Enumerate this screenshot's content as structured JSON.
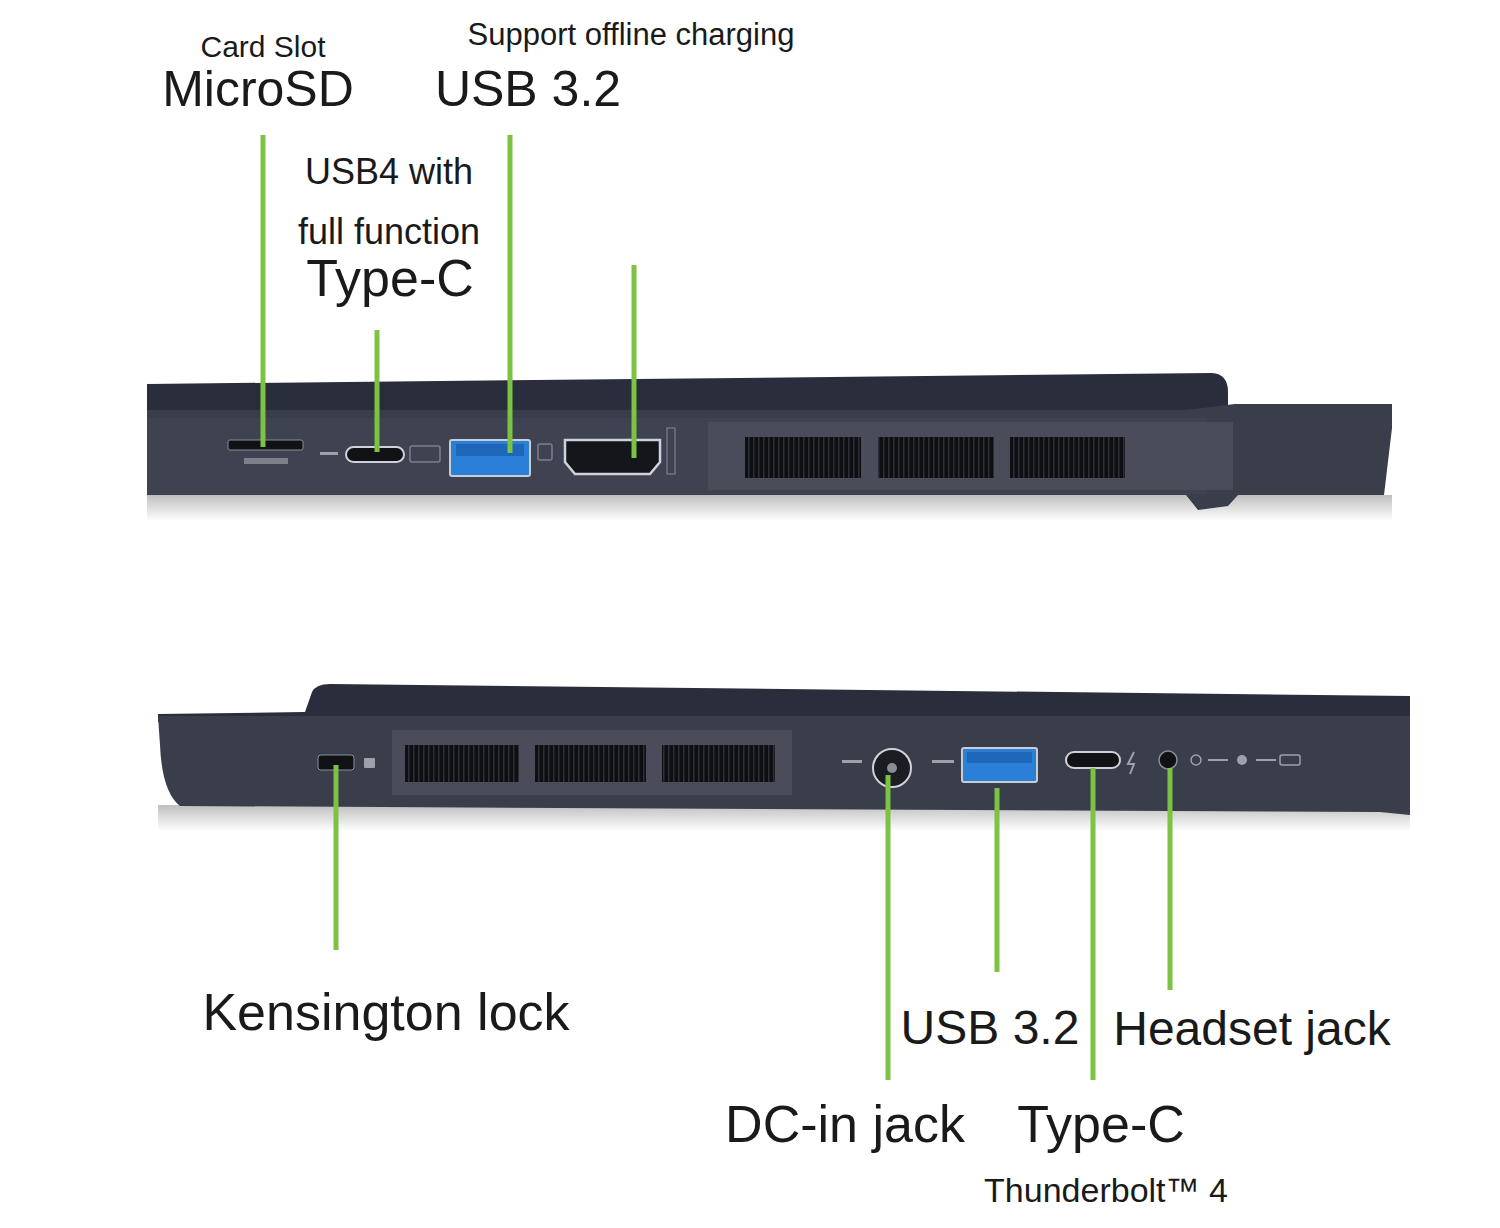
{
  "diagram": {
    "labels": [
      "Card Slot",
      "MicroSD",
      "Support offline charging",
      "USB 3.2",
      "USB4 with full function",
      "Type-C",
      "Kensington lock",
      "USB 3.2",
      "Headset jack",
      "DC-in jack",
      "Type-C",
      "Thunderbolt™ 4"
    ]
  }
}
